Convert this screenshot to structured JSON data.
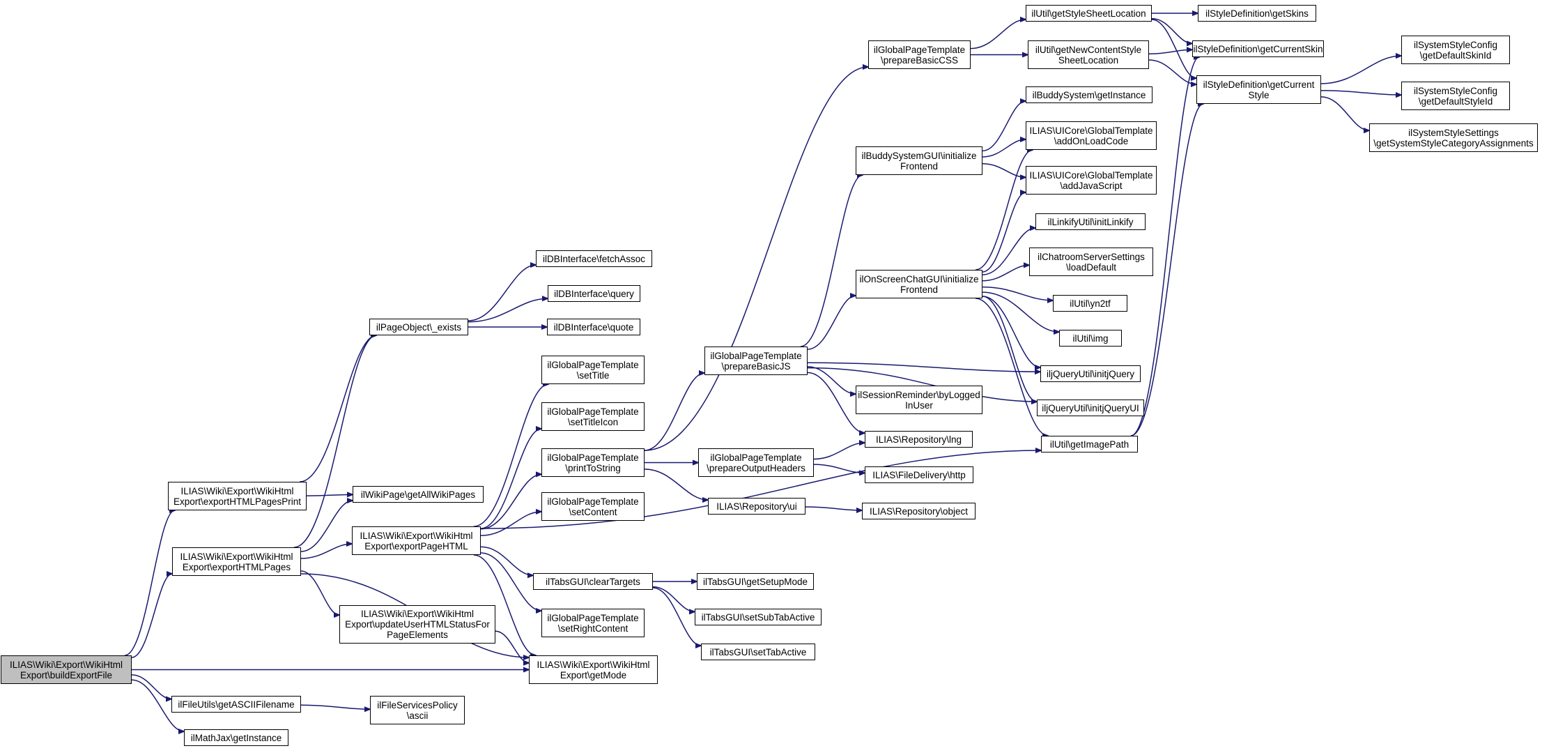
{
  "nodes": [
    {
      "id": "n01",
      "label": "ILIAS\\Wiki\\Export\\WikiHtml\nExport\\buildExportFile",
      "root": true
    },
    {
      "id": "n02",
      "label": "ILIAS\\Wiki\\Export\\WikiHtml\nExport\\exportHTMLPagesPrint"
    },
    {
      "id": "n03",
      "label": "ILIAS\\Wiki\\Export\\WikiHtml\nExport\\exportHTMLPages"
    },
    {
      "id": "n04",
      "label": "ilFileUtils\\getASCIIFilename"
    },
    {
      "id": "n05",
      "label": "ilMathJax\\getInstance"
    },
    {
      "id": "n06",
      "label": "ilPageObject\\_exists"
    },
    {
      "id": "n07",
      "label": "ilWikiPage\\getAllWikiPages"
    },
    {
      "id": "n08",
      "label": "ILIAS\\Wiki\\Export\\WikiHtml\nExport\\exportPageHTML"
    },
    {
      "id": "n09",
      "label": "ILIAS\\Wiki\\Export\\WikiHtml\nExport\\updateUserHTMLStatusFor\nPageElements"
    },
    {
      "id": "n10",
      "label": "ilFileServicesPolicy\n\\ascii"
    },
    {
      "id": "n11",
      "label": "ilDBInterface\\fetchAssoc"
    },
    {
      "id": "n12",
      "label": "ilDBInterface\\query"
    },
    {
      "id": "n13",
      "label": "ilDBInterface\\quote"
    },
    {
      "id": "n14",
      "label": "ilGlobalPageTemplate\n\\setTitle"
    },
    {
      "id": "n15",
      "label": "ilGlobalPageTemplate\n\\setTitleIcon"
    },
    {
      "id": "n16",
      "label": "ilGlobalPageTemplate\n\\printToString"
    },
    {
      "id": "n17",
      "label": "ilGlobalPageTemplate\n\\setContent"
    },
    {
      "id": "n18",
      "label": "ilTabsGUI\\clearTargets"
    },
    {
      "id": "n19",
      "label": "ilGlobalPageTemplate\n\\setRightContent"
    },
    {
      "id": "n20",
      "label": "ILIAS\\Wiki\\Export\\WikiHtml\nExport\\getMode"
    },
    {
      "id": "n21",
      "label": "ilGlobalPageTemplate\n\\prepareBasicJS"
    },
    {
      "id": "n22",
      "label": "ilGlobalPageTemplate\n\\prepareOutputHeaders"
    },
    {
      "id": "n23",
      "label": "ILIAS\\Repository\\ui"
    },
    {
      "id": "n24",
      "label": "ilTabsGUI\\getSetupMode"
    },
    {
      "id": "n25",
      "label": "ilTabsGUI\\setSubTabActive"
    },
    {
      "id": "n26",
      "label": "ilTabsGUI\\setTabActive"
    },
    {
      "id": "n27",
      "label": "ilGlobalPageTemplate\n\\prepareBasicCSS"
    },
    {
      "id": "n28",
      "label": "ilBuddySystemGUI\\initialize\nFrontend"
    },
    {
      "id": "n29",
      "label": "ilOnScreenChatGUI\\initialize\nFrontend"
    },
    {
      "id": "n30",
      "label": "ilSessionReminder\\byLogged\nInUser"
    },
    {
      "id": "n31",
      "label": "ILIAS\\Repository\\lng"
    },
    {
      "id": "n32",
      "label": "ILIAS\\FileDelivery\\http"
    },
    {
      "id": "n33",
      "label": "ILIAS\\Repository\\object"
    },
    {
      "id": "n34",
      "label": "ilUtil\\getStyleSheetLocation"
    },
    {
      "id": "n35",
      "label": "ilUtil\\getNewContentStyle\nSheetLocation"
    },
    {
      "id": "n36",
      "label": "ilBuddySystem\\getInstance"
    },
    {
      "id": "n37",
      "label": "ILIAS\\UICore\\GlobalTemplate\n\\addOnLoadCode"
    },
    {
      "id": "n38",
      "label": "ILIAS\\UICore\\GlobalTemplate\n\\addJavaScript"
    },
    {
      "id": "n39",
      "label": "ilLinkifyUtil\\initLinkify"
    },
    {
      "id": "n40",
      "label": "ilChatroomServerSettings\n\\loadDefault"
    },
    {
      "id": "n41",
      "label": "ilUtil\\yn2tf"
    },
    {
      "id": "n42",
      "label": "ilUtil\\img"
    },
    {
      "id": "n43",
      "label": "iljQueryUtil\\initjQuery"
    },
    {
      "id": "n44",
      "label": "iljQueryUtil\\initjQueryUI"
    },
    {
      "id": "n45",
      "label": "ilUtil\\getImagePath"
    },
    {
      "id": "n46",
      "label": "ilStyleDefinition\\getSkins"
    },
    {
      "id": "n47",
      "label": "ilStyleDefinition\\getCurrentSkin"
    },
    {
      "id": "n48",
      "label": "ilStyleDefinition\\getCurrent\nStyle"
    },
    {
      "id": "n49",
      "label": "ilSystemStyleConfig\n\\getDefaultSkinId"
    },
    {
      "id": "n50",
      "label": "ilSystemStyleConfig\n\\getDefaultStyleId"
    },
    {
      "id": "n51",
      "label": "ilSystemStyleSettings\n\\getSystemStyleCategoryAssignments"
    }
  ],
  "edges": [
    [
      "n01",
      "n02"
    ],
    [
      "n01",
      "n03"
    ],
    [
      "n01",
      "n20"
    ],
    [
      "n01",
      "n04"
    ],
    [
      "n01",
      "n05"
    ],
    [
      "n02",
      "n06"
    ],
    [
      "n02",
      "n07"
    ],
    [
      "n03",
      "n06"
    ],
    [
      "n03",
      "n07"
    ],
    [
      "n03",
      "n08"
    ],
    [
      "n03",
      "n09"
    ],
    [
      "n03",
      "n20"
    ],
    [
      "n04",
      "n10"
    ],
    [
      "n06",
      "n11"
    ],
    [
      "n06",
      "n12"
    ],
    [
      "n06",
      "n13"
    ],
    [
      "n08",
      "n14"
    ],
    [
      "n08",
      "n15"
    ],
    [
      "n08",
      "n16"
    ],
    [
      "n08",
      "n17"
    ],
    [
      "n08",
      "n18"
    ],
    [
      "n08",
      "n19"
    ],
    [
      "n08",
      "n20"
    ],
    [
      "n08",
      "n45"
    ],
    [
      "n09",
      "n20"
    ],
    [
      "n16",
      "n27"
    ],
    [
      "n16",
      "n21"
    ],
    [
      "n16",
      "n22"
    ],
    [
      "n16",
      "n23"
    ],
    [
      "n18",
      "n24"
    ],
    [
      "n18",
      "n25"
    ],
    [
      "n18",
      "n26"
    ],
    [
      "n21",
      "n28"
    ],
    [
      "n21",
      "n29"
    ],
    [
      "n21",
      "n30"
    ],
    [
      "n21",
      "n31"
    ],
    [
      "n21",
      "n43"
    ],
    [
      "n21",
      "n44"
    ],
    [
      "n22",
      "n31"
    ],
    [
      "n22",
      "n32"
    ],
    [
      "n23",
      "n33"
    ],
    [
      "n27",
      "n34"
    ],
    [
      "n27",
      "n35"
    ],
    [
      "n28",
      "n36"
    ],
    [
      "n28",
      "n37"
    ],
    [
      "n28",
      "n38"
    ],
    [
      "n29",
      "n37"
    ],
    [
      "n29",
      "n38"
    ],
    [
      "n29",
      "n39"
    ],
    [
      "n29",
      "n40"
    ],
    [
      "n29",
      "n41"
    ],
    [
      "n29",
      "n42"
    ],
    [
      "n29",
      "n43"
    ],
    [
      "n29",
      "n44"
    ],
    [
      "n29",
      "n45"
    ],
    [
      "n34",
      "n46"
    ],
    [
      "n34",
      "n47"
    ],
    [
      "n34",
      "n48"
    ],
    [
      "n35",
      "n47"
    ],
    [
      "n35",
      "n48"
    ],
    [
      "n45",
      "n47"
    ],
    [
      "n45",
      "n48"
    ],
    [
      "n48",
      "n49"
    ],
    [
      "n48",
      "n50"
    ],
    [
      "n48",
      "n51"
    ]
  ]
}
